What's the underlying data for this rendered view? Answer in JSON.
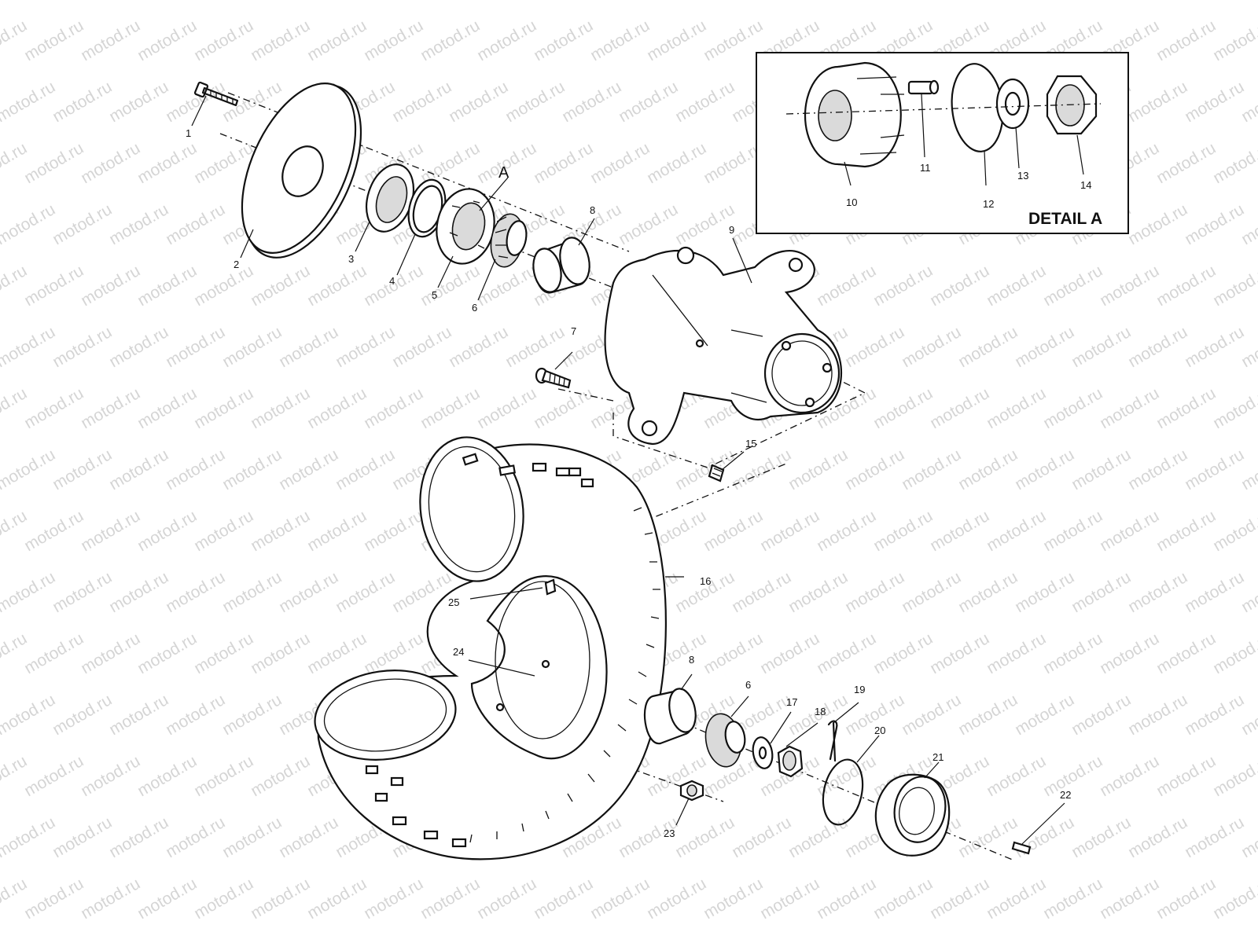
{
  "watermark": "motod.ru",
  "detail": {
    "marker": "A",
    "title": "DETAIL A"
  },
  "callouts": {
    "c1": "1",
    "c2": "2",
    "c3": "3",
    "c4": "4",
    "c5": "5",
    "c6": "6",
    "c6b": "6",
    "c7": "7",
    "c8": "8",
    "c8b": "8",
    "c9": "9",
    "c10": "10",
    "c11": "11",
    "c12": "12",
    "c13": "13",
    "c14": "14",
    "c15": "15",
    "c16": "16",
    "c17": "17",
    "c18": "18",
    "c19": "19",
    "c20": "20",
    "c21": "21",
    "c22": "22",
    "c23": "23",
    "c24": "24",
    "c25": "25"
  }
}
